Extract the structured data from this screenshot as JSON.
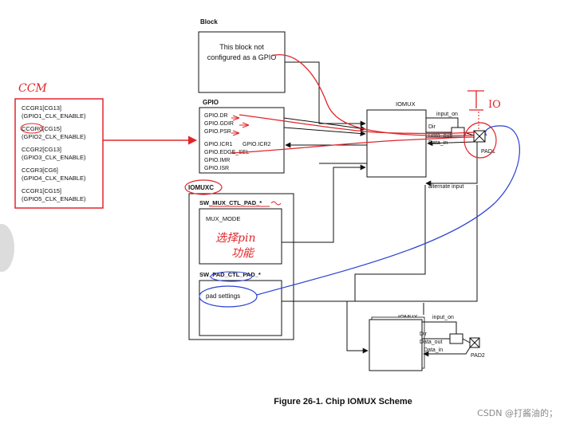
{
  "colors": {
    "ink": "#111111",
    "annotation_red": "#e0262a",
    "annotation_blue": "#2a3fd4",
    "side_tab": "#dcdcdc",
    "watermark": "#8a8a8a"
  },
  "diagram": {
    "block": {
      "title": "Block",
      "line1": "This block not",
      "line2": "configured as a GPIO"
    },
    "gpio": {
      "title": "GPIO",
      "dr": "GPIO.DR",
      "gdir": "GPIO.GDIR",
      "psr": "GPIO.PSR",
      "icr1": "GPIO.ICR1",
      "icr2": "GPIO.ICR2",
      "edge_sel": "GPIO.EDGE_SEL",
      "imr": "GPIO.IMR",
      "isr": "GPIO.ISR"
    },
    "ccm_group": {
      "rows": [
        {
          "reg": "CCGR1[CG13]",
          "clk": "(GPIO1_CLK_ENABLE)"
        },
        {
          "reg": "CCGR0[CG15]",
          "clk": "(GPIO2_CLK_ENABLE)"
        },
        {
          "reg": "CCGR2[CG13]",
          "clk": "(GPIO3_CLK_ENABLE)"
        },
        {
          "reg": "CCGR3[CG6]",
          "clk": "(GPIO4_CLK_ENABLE)"
        },
        {
          "reg": "CCGR1[CG15]",
          "clk": "(GPIO5_CLK_ENABLE)"
        }
      ]
    },
    "iomuxc": {
      "title": "IOMUXC",
      "mux_header": "SW_MUX_CTL_PAD_*",
      "mux_mode": "MUX_MODE",
      "pad_header": "SW_PAD_CTL_PAD_*",
      "pad_settings": "pad settings"
    },
    "iomux_top": {
      "title": "IOMUX",
      "input_on": "input_on",
      "dir": "Dir",
      "data_out": "Data_out",
      "data_in": "Data_in",
      "alternate_input": "alternate input",
      "pad": "PAD1"
    },
    "iomux_bottom": {
      "title": "IOMUX",
      "input_on": "input_on",
      "dir": "Dir",
      "data_out": "Data_out",
      "data_in": "Data_in",
      "pad": "PAD2"
    },
    "caption": "Figure 26-1. Chip IOMUX Scheme"
  },
  "annotations": {
    "ccm_label": "CCM",
    "io_label": "IO",
    "mux_note_line1": "选择pin",
    "mux_note_line2": "功能"
  },
  "watermark": "CSDN @打酱油的；"
}
